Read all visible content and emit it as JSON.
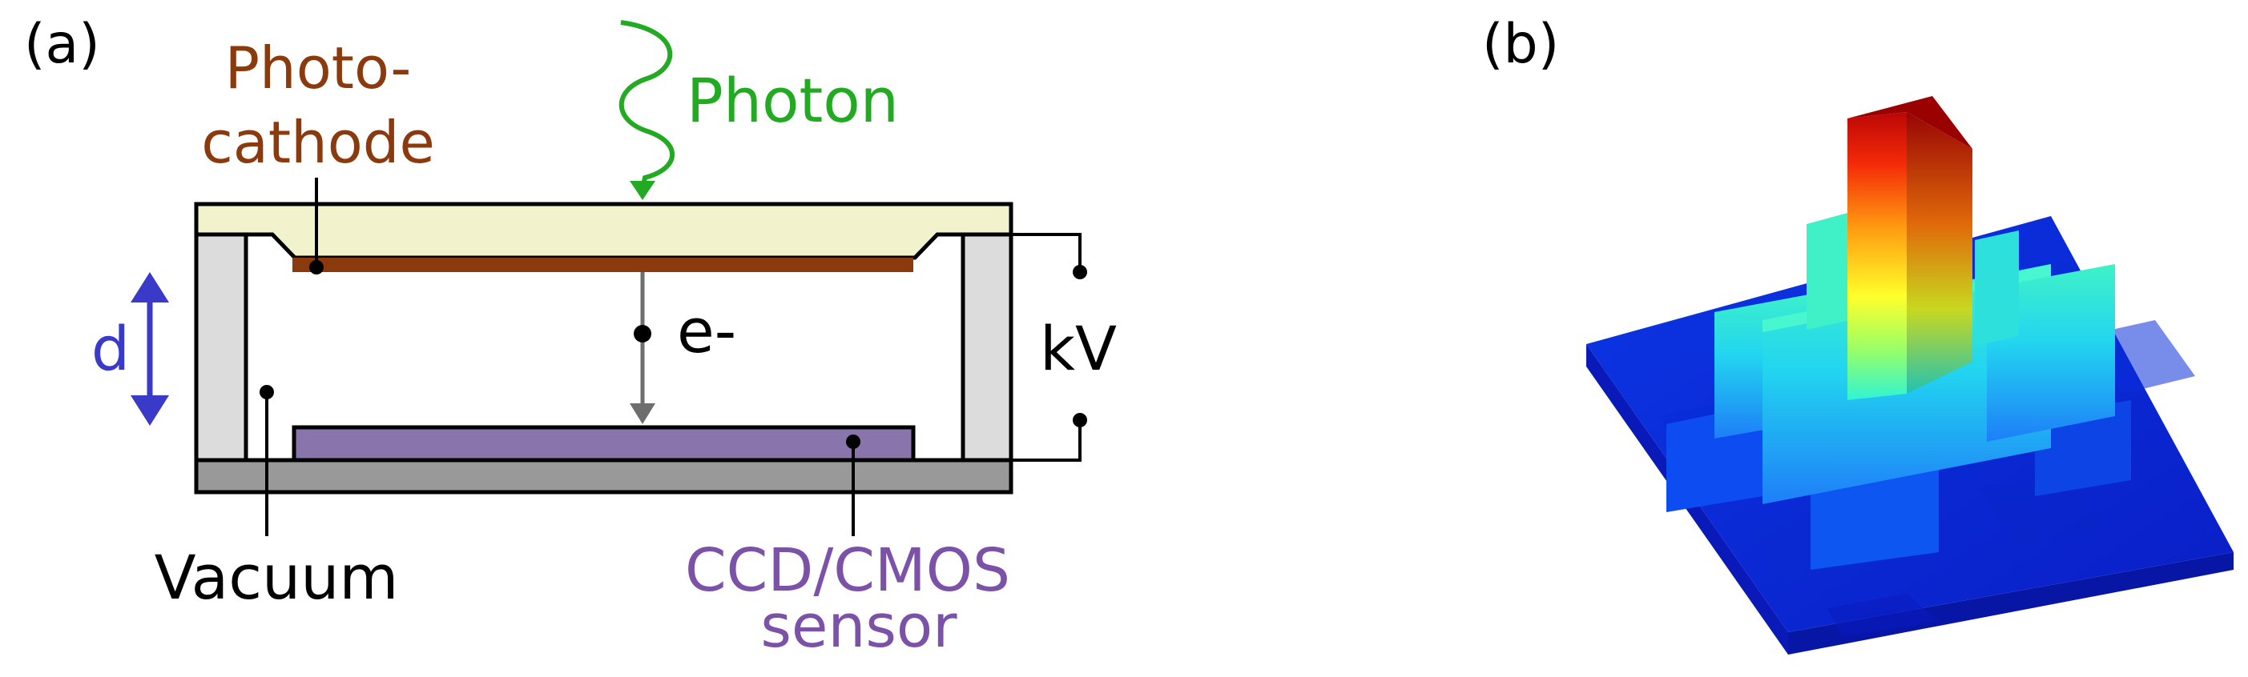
{
  "panel_a": {
    "label": "(a)",
    "photocathode_label_1": "Photo-",
    "photocathode_label_2": "cathode",
    "photon_label": "Photon",
    "electron_label": "e-",
    "voltage_label": "kV",
    "distance_label": "d",
    "vacuum_label": "Vacuum",
    "sensor_label_1": "CCD/CMOS",
    "sensor_label_2": "sensor"
  },
  "panel_b": {
    "label": "(b)"
  },
  "colors": {
    "photocathode": "#8b3a0e",
    "photon": "#22aa22",
    "distance": "#3a3ac8",
    "sensor": "#8a74ac",
    "sensor_text": "#7b52a8",
    "window": "#f2f2cc",
    "wall": "#dcdcdc",
    "base": "#999999",
    "electron_arrow": "#6e6e6e"
  }
}
